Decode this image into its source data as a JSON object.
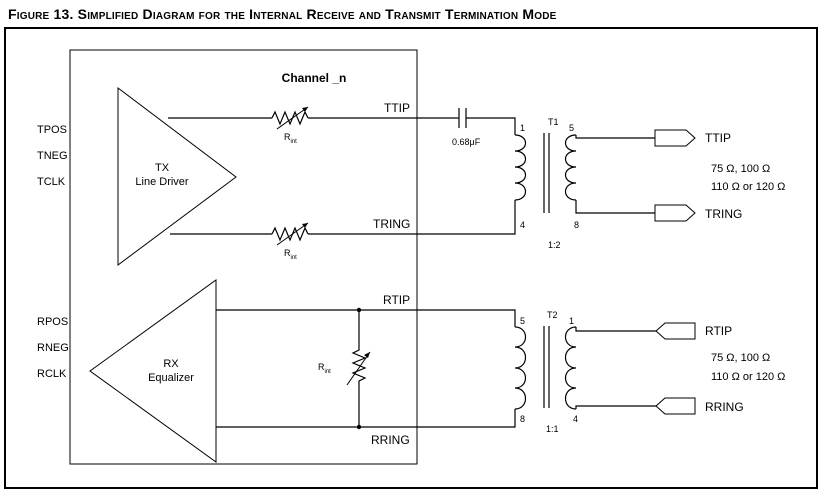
{
  "figure_title": "Figure 13. Simplified Diagram for the Internal Receive and Transmit Termination Mode",
  "channel_label": "Channel _n",
  "transmit": {
    "inputs": [
      "TPOS",
      "TNEG",
      "TCLK"
    ],
    "block_line1": "TX",
    "block_line2": "Line Driver",
    "resistor_label": "R",
    "resistor_sub": "int",
    "out_top": "TTIP",
    "out_bottom": "TRING",
    "capacitor": "0.68μF",
    "transformer": "T1",
    "pins": {
      "p1": "1",
      "p5": "5",
      "p4": "4",
      "p8": "8"
    },
    "ratio": "1:2",
    "line_top": "TTIP",
    "line_bottom": "TRING",
    "impedance_line1": "75 Ω, 100 Ω",
    "impedance_line2": "110 Ω or 120 Ω"
  },
  "receive": {
    "outputs": [
      "RPOS",
      "RNEG",
      "RCLK"
    ],
    "block_line1": "RX",
    "block_line2": "Equalizer",
    "resistor_label": "R",
    "resistor_sub": "int",
    "in_top": "RTIP",
    "in_bottom": "RRING",
    "transformer": "T2",
    "pins": {
      "p5": "5",
      "p1": "1",
      "p8": "8",
      "p4": "4"
    },
    "ratio": "1:1",
    "line_top": "RTIP",
    "line_bottom": "RRING",
    "impedance_line1": "75 Ω, 100 Ω",
    "impedance_line2": "110 Ω or 120 Ω"
  }
}
